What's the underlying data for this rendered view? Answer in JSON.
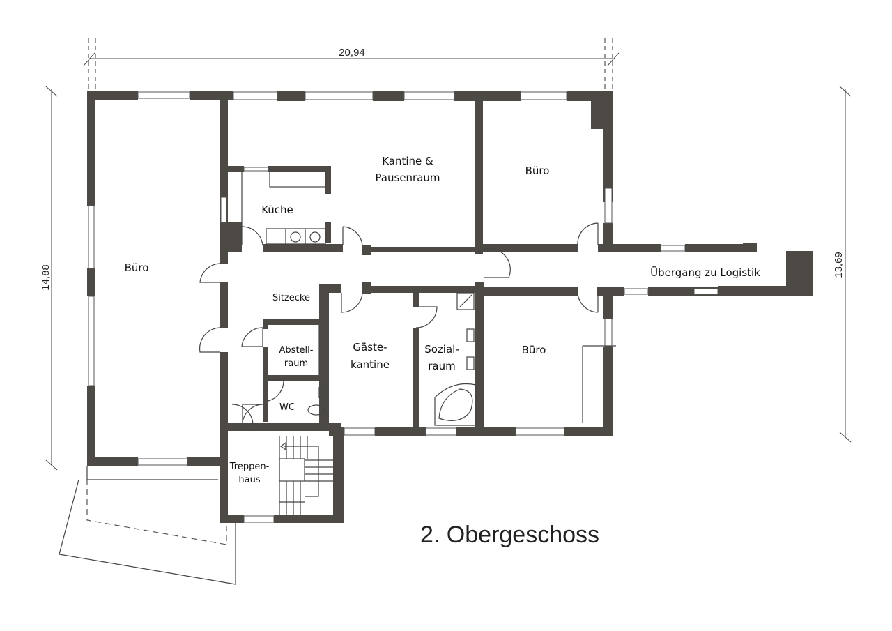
{
  "plan": {
    "title": "2. Obergeschoss",
    "wall_color": "#4d4a45",
    "dimensions": {
      "width": "20,94",
      "height_left": "14,88",
      "height_right": "13,69"
    },
    "rooms": {
      "buero_west": "Büro",
      "kantine_line1": "Kantine &",
      "kantine_line2": "Pausenraum",
      "buero_northeast": "Büro",
      "kueche": "Küche",
      "sitzecke": "Sitzecke",
      "abstell_line1": "Abstell-",
      "abstell_line2": "raum",
      "wc": "WC",
      "gaeste_line1": "Gäste-",
      "gaeste_line2": "kantine",
      "sozial_line1": "Sozial-",
      "sozial_line2": "raum",
      "buero_southeast": "Büro",
      "uebergang": "Übergang zu Logistik",
      "treppen_line1": "Treppen-",
      "treppen_line2": "haus"
    }
  }
}
